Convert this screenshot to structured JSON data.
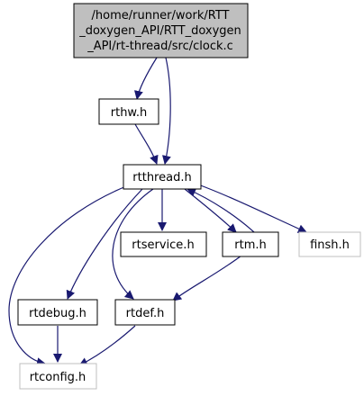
{
  "colors": {
    "edge": "#191970",
    "edge_light": "#63b8ff",
    "root_fill": "#bfbfbf",
    "node_border": "#000000",
    "missing_border": "#bfbfbf"
  },
  "nodes": {
    "root": {
      "line1": "/home/runner/work/RTT",
      "line2": "_doxygen_API/RTT_doxygen",
      "line3": "_API/rt-thread/src/clock.c"
    },
    "rthw": "rthw.h",
    "rtthread": "rtthread.h",
    "rtservice": "rtservice.h",
    "rtm": "rtm.h",
    "finsh": "finsh.h",
    "rtdebug": "rtdebug.h",
    "rtdef": "rtdef.h",
    "rtconfig": "rtconfig.h"
  }
}
